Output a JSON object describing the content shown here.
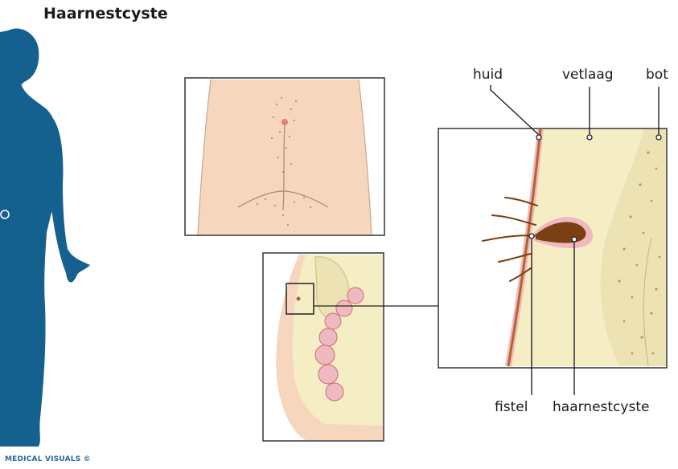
{
  "title": "Haarnestcyste",
  "credit": "MEDICAL VISUALS ©",
  "labels": {
    "skin": "huid",
    "fat_layer": "vetlaag",
    "bone": "bot",
    "fistula": "fistel",
    "pilonidal_cyst": "haarnestcyste"
  },
  "colors": {
    "figure_blue": "#14608f",
    "skin_tone": "#f6d6bc",
    "fat_yellow": "#f5edc4",
    "bone_tan": "#ece2b4",
    "skin_line": "#b5652a",
    "cyst_brown": "#7a3f12",
    "intestine_pink": "#f0b9c0"
  }
}
